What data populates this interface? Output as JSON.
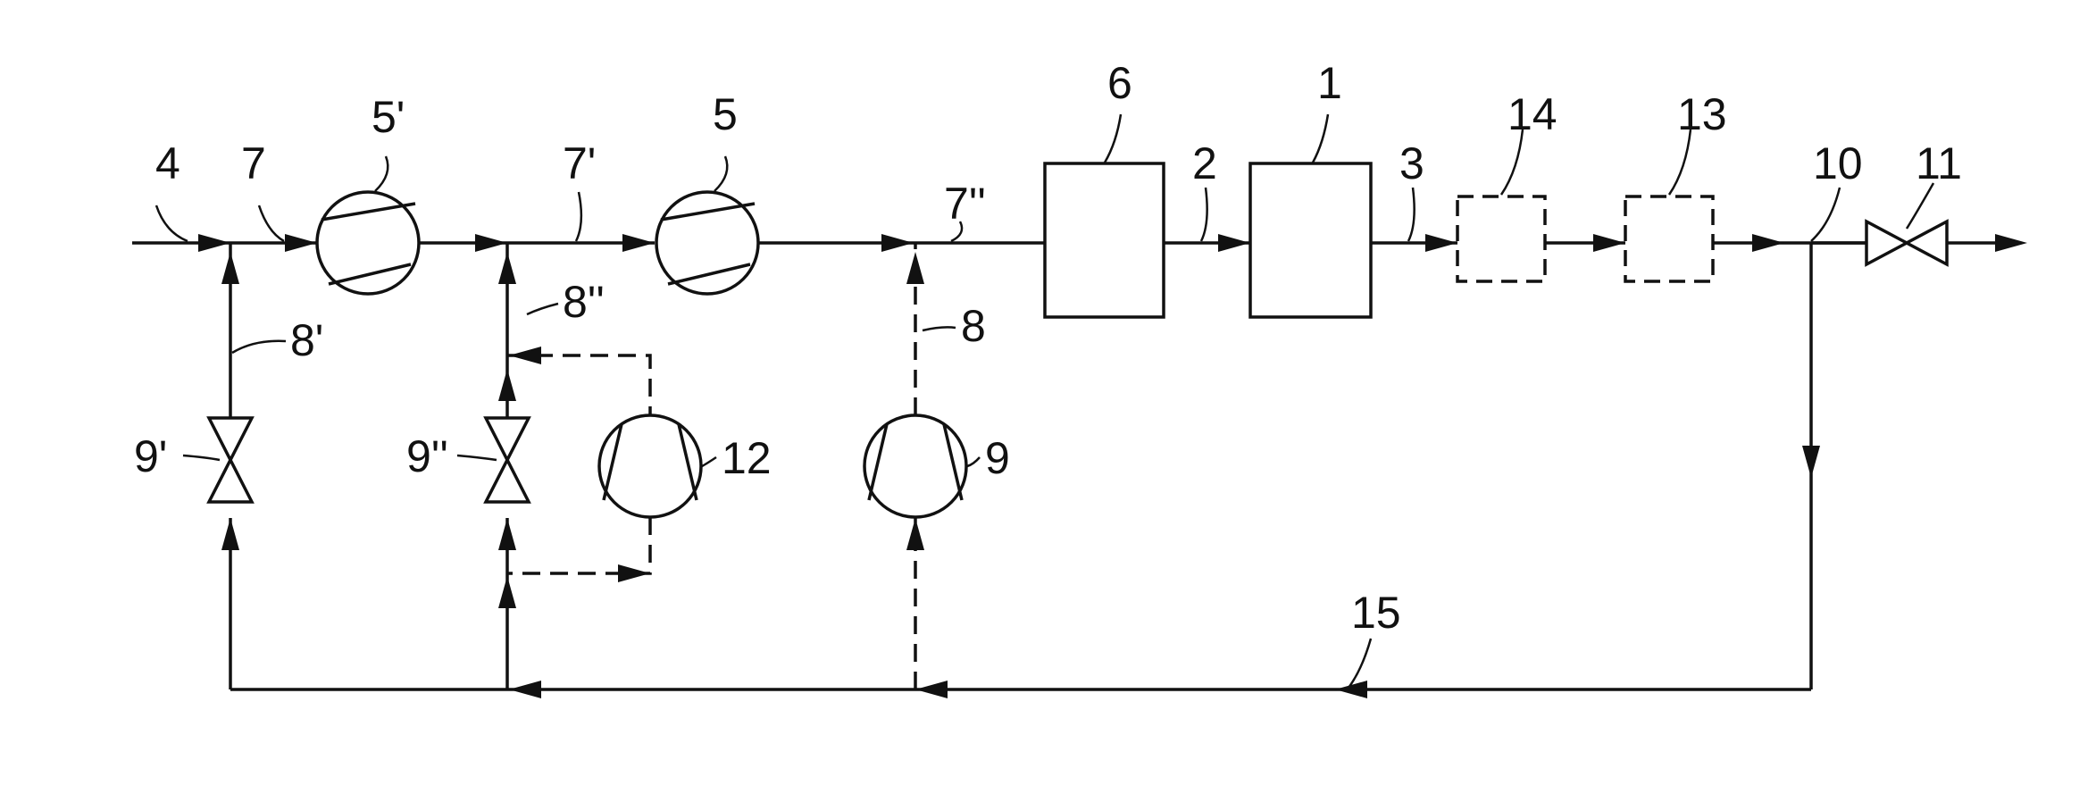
{
  "labels": {
    "l4": "4",
    "l7": "7",
    "l5p": "5'",
    "l7p": "7'",
    "l5": "5",
    "l7pp": "7''",
    "l6": "6",
    "l2": "2",
    "l1": "1",
    "l3": "3",
    "l14": "14",
    "l13": "13",
    "l10": "10",
    "l11": "11",
    "l8p": "8'",
    "l8pp": "8''",
    "l8": "8",
    "l9p": "9'",
    "l9pp": "9''",
    "l12": "12",
    "l9": "9",
    "l15": "15"
  }
}
